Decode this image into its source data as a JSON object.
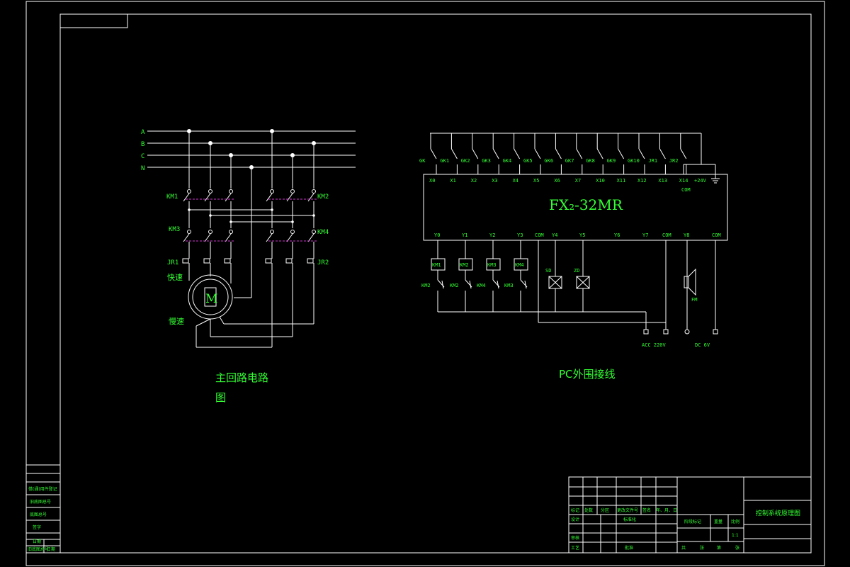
{
  "phases": [
    "A",
    "B",
    "C",
    "N"
  ],
  "motor": {
    "letter": "M",
    "fast_label": "快速",
    "slow_label": "慢速"
  },
  "main_contacts": {
    "km1": "KM1",
    "km2": "KM2",
    "km3": "KM3",
    "km4": "KM4",
    "jr1": "JR1",
    "jr2": "JR2"
  },
  "main_caption": [
    "主回路电路",
    "图"
  ],
  "plc": {
    "model": "FX₂-32MR",
    "input_switches": [
      "GK",
      "GK1",
      "GK2",
      "GK3",
      "GK4",
      "GK5",
      "GK6",
      "GK7",
      "GK8",
      "GK9",
      "GK10",
      "JR1",
      "JR2"
    ],
    "inputs": [
      "X0",
      "X1",
      "X2",
      "X3",
      "X4",
      "X5",
      "X6",
      "X7",
      "X10",
      "X11",
      "X12",
      "X13",
      "X14"
    ],
    "input_power": [
      "+24V",
      "COM"
    ],
    "outputs": [
      "Y0",
      "Y1",
      "Y2",
      "Y3",
      "COM",
      "Y4",
      "Y5",
      "Y6",
      "Y7",
      "COM",
      "Y8",
      "COM"
    ],
    "coils": [
      "KM1",
      "KM2",
      "KM3",
      "KM4"
    ],
    "interlocks": [
      "KM2",
      "KM2",
      "KM4",
      "KM3"
    ],
    "lamps": [
      "SD",
      "ZD"
    ],
    "buzzer": "FM",
    "supply_labels": [
      "ACC 220V",
      "DC 6V"
    ]
  },
  "plc_caption": "PC外围接线",
  "title_block": {
    "drawing_title": "控制系统原理图",
    "header_cells": [
      "标记",
      "处数",
      "分区",
      "更改文件号",
      "签名",
      "年、月、日"
    ],
    "design_row": [
      "设计",
      "标准化"
    ],
    "review_row": [
      "审核"
    ],
    "craft_row": [
      "工艺",
      "批准"
    ],
    "mid_cells": [
      "阶段标记",
      "重量",
      "比例"
    ],
    "scale": "1:1",
    "sheet_row": [
      "共",
      "张",
      "第",
      "张"
    ]
  },
  "side_table": [
    "借(通)用件登记",
    "旧底图总号",
    "底图总号",
    "签字",
    "日期"
  ],
  "side_table_bottom": [
    "旧底图总号",
    "日期"
  ]
}
